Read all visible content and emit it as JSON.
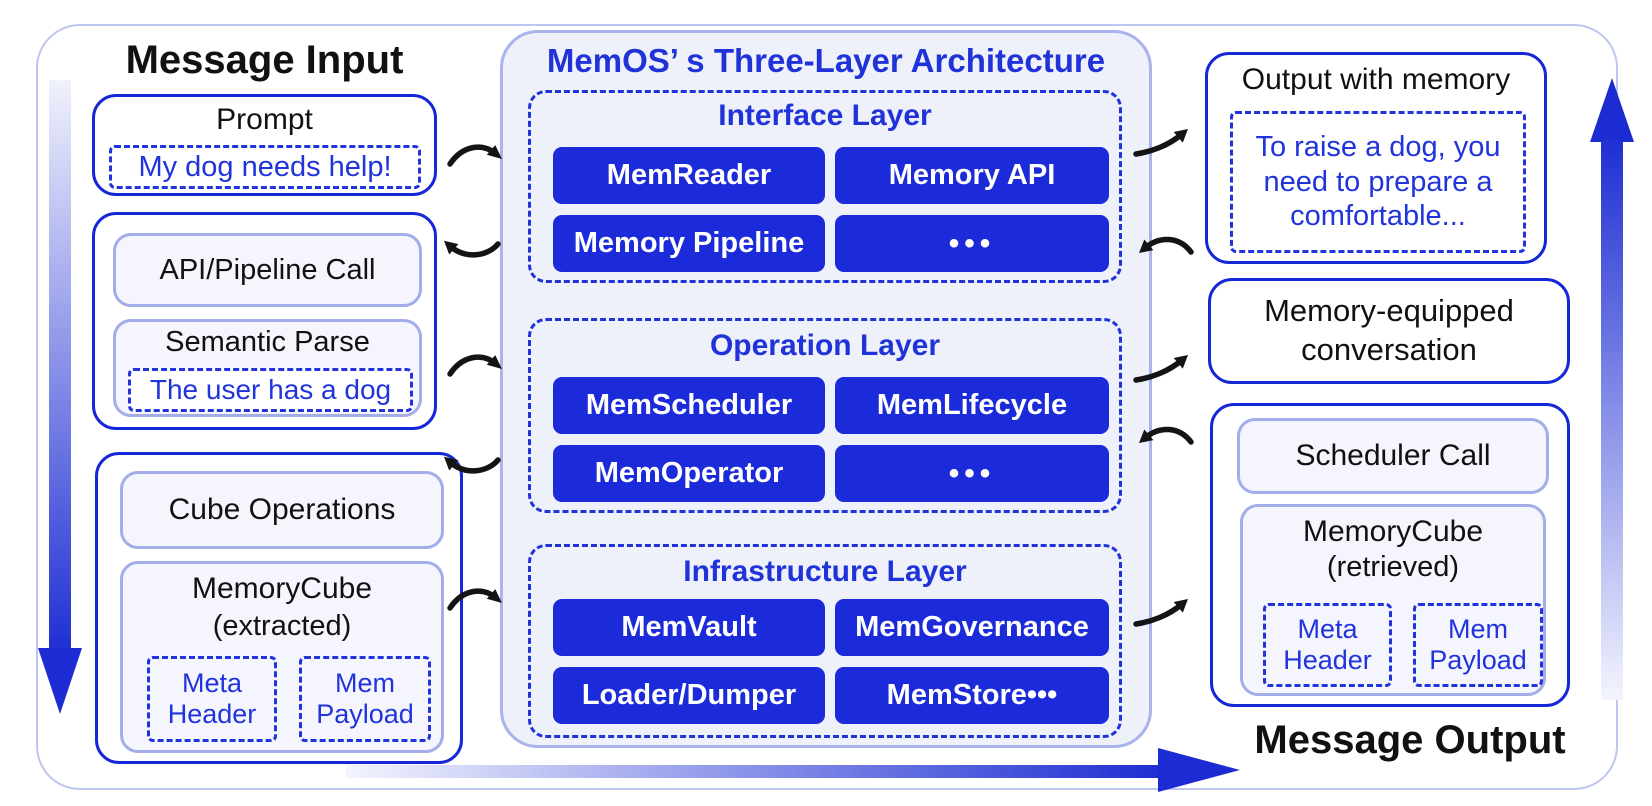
{
  "colors": {
    "accent_blue": "#1c2bd9",
    "border_blue": "#1527d6",
    "dashed_blue": "#2133db",
    "text_blue": "#2033d8",
    "container_fill": "#eef0fa",
    "light_fill": "#f4f5fd",
    "light_border": "#a3adea",
    "outer_border": "#bdc6f1",
    "text_black": "#111111",
    "arrow_black": "#141414"
  },
  "icons": {
    "flow_in": "curved-arrow-right",
    "flow_back": "curved-arrow-left",
    "flow_out": "curved-arrow-up-right",
    "flow_return": "curved-arrow-down-left",
    "input_flow": "gradient-arrow-down",
    "output_flow": "gradient-arrow-up",
    "bottom_flow": "gradient-arrow-right"
  },
  "left_column": {
    "title": "Message Input",
    "prompt_group": {
      "title": "Prompt",
      "dashed_text": "My dog needs help!"
    },
    "call_group": {
      "api_label": "API/Pipeline Call",
      "parse_label": "Semantic Parse",
      "parse_dashed_text": "The user has a dog"
    },
    "cube_group": {
      "ops_label": "Cube Operations",
      "cube_label": "MemoryCube",
      "cube_sublabel": "(extracted)",
      "chips": [
        "Meta Header",
        "Mem Payload"
      ]
    }
  },
  "center": {
    "title": "MemOS’ s Three-Layer Architecture",
    "layers": [
      {
        "title": "Interface Layer",
        "buttons": [
          "MemReader",
          "Memory API",
          "Memory Pipeline",
          "•••"
        ]
      },
      {
        "title": "Operation Layer",
        "buttons": [
          "MemScheduler",
          "MemLifecycle",
          "MemOperator",
          "•••"
        ]
      },
      {
        "title": "Infrastructure Layer",
        "buttons": [
          "MemVault",
          "MemGovernance",
          "Loader/Dumper",
          "MemStore•••"
        ]
      }
    ]
  },
  "right_column": {
    "output_group": {
      "title": "Output with memory",
      "dashed_text": "To raise a dog, you need to prepare a comfortable..."
    },
    "conversation_label": "Memory-equipped conversation",
    "scheduler_group": {
      "call_label": "Scheduler Call",
      "cube_label": "MemoryCube",
      "cube_sublabel": "(retrieved)",
      "chips": [
        "Meta Header",
        "Mem Payload"
      ]
    },
    "title": "Message Output"
  }
}
